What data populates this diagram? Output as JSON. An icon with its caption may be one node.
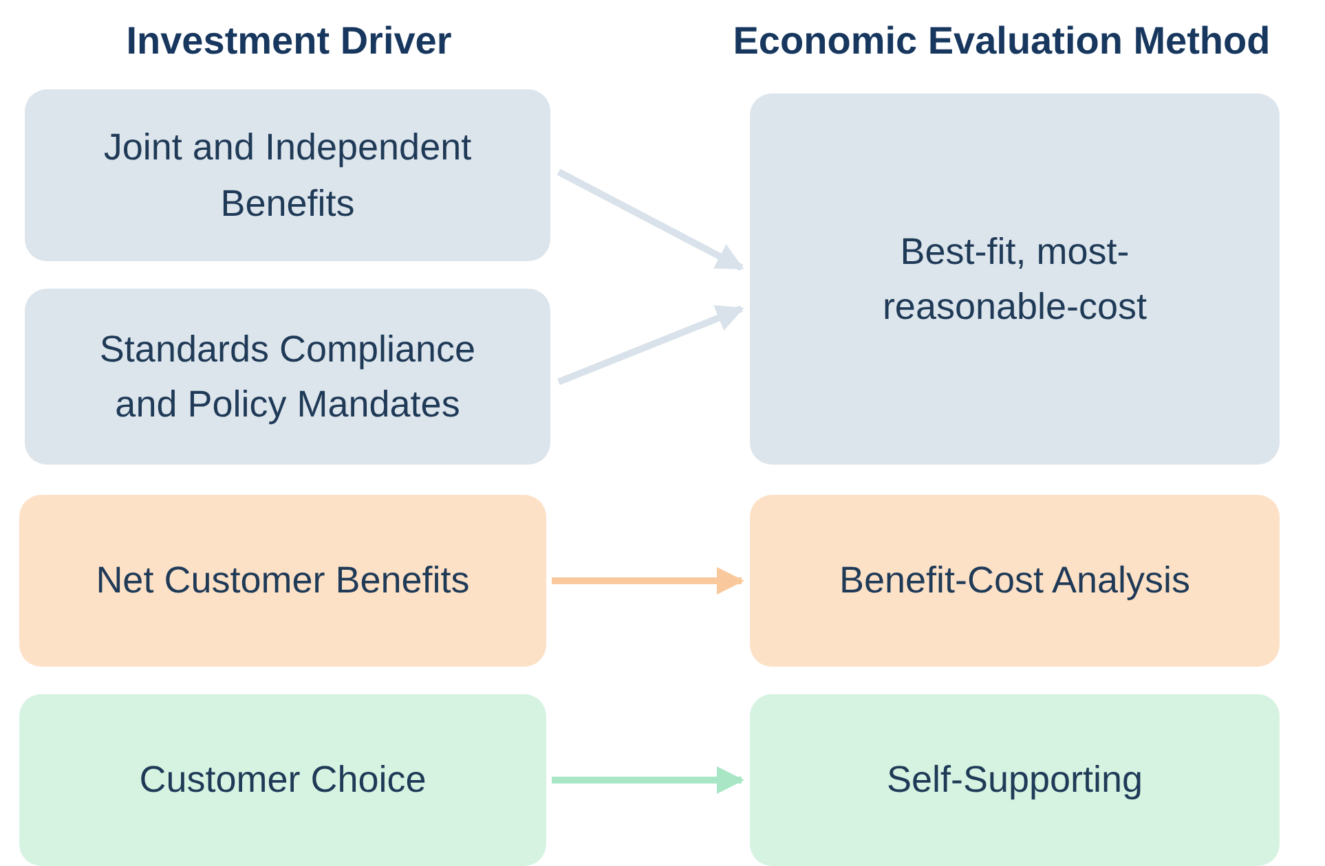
{
  "diagram": {
    "nodes": [
      {
        "text": [
          "Joint and Independent Benefits"
        ]
      },
      {
        "text": [
          "Standards Compliance and Policy Mandates"
        ]
      },
      {
        "text": [
          "Best-fit, most-reasonable-cost"
        ]
      },
      {
        "text": [
          "Net Customer Benefits"
        ]
      },
      {
        "text": [
          "Benefit-Cost Analysis"
        ]
      },
      {
        "text": [
          "Customer Choice"
        ]
      },
      {
        "text": [
          "Self-Supporting"
        ]
      }
    ],
    "edges": [
      {
        "from": 0,
        "to": 2,
        "arrow": "to",
        "color": "#d9e2ea"
      },
      {
        "from": 1,
        "to": 2,
        "arrow": "to",
        "color": "#d9e2ea"
      },
      {
        "from": 3,
        "to": 4,
        "arrow": "to",
        "color": "#f9c99d"
      },
      {
        "from": 5,
        "to": 6,
        "arrow": "to",
        "color": "#a9e6c6"
      }
    ],
    "labels": [
      "Investment Driver",
      "Economic Evaluation Method"
    ]
  }
}
